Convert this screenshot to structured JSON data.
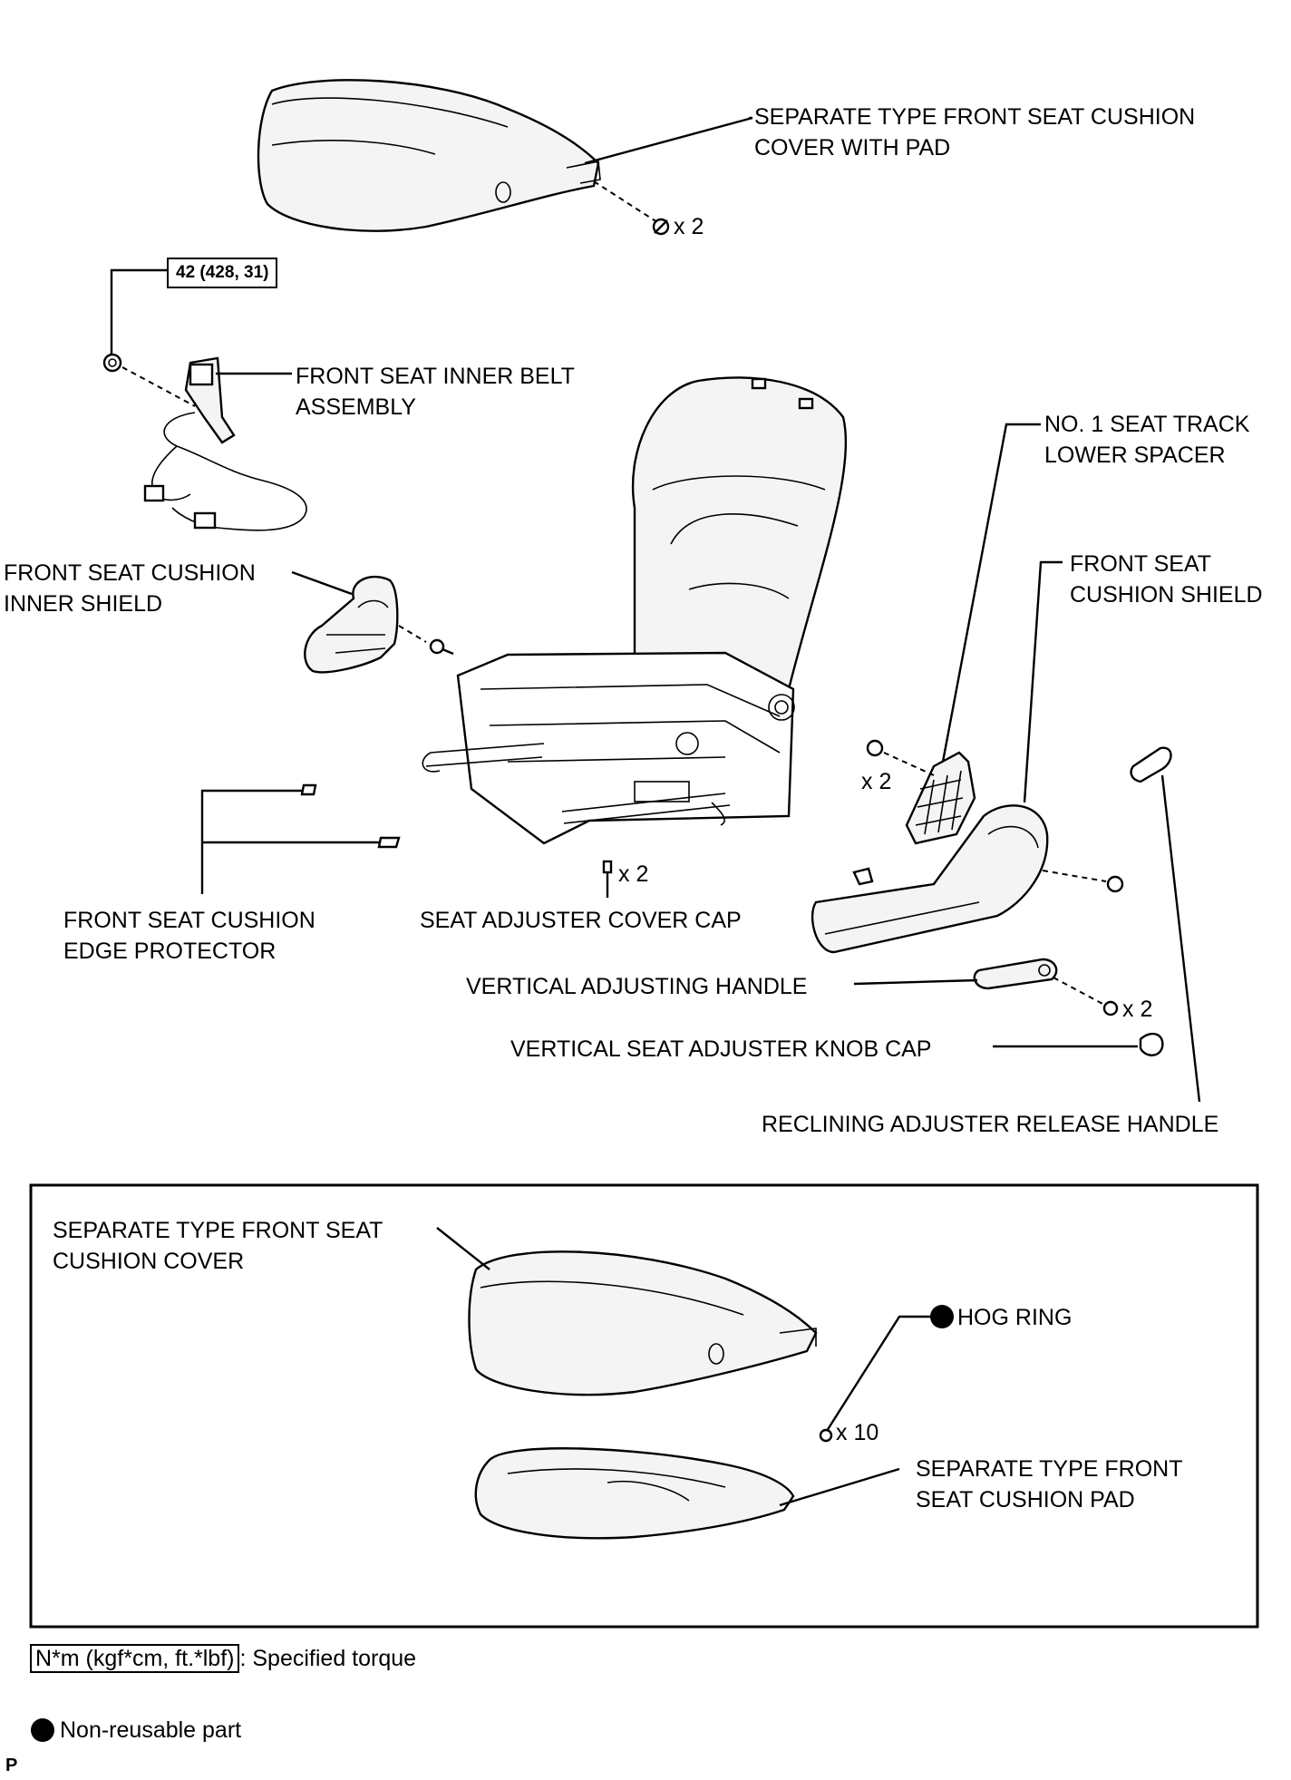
{
  "labels": {
    "cushion_cover_with_pad": [
      "SEPARATE TYPE FRONT SEAT CUSHION",
      "COVER WITH PAD"
    ],
    "inner_belt": [
      "FRONT SEAT INNER BELT",
      "ASSEMBLY"
    ],
    "track_spacer": [
      "NO. 1 SEAT TRACK",
      "LOWER SPACER"
    ],
    "cushion_shield": [
      "FRONT SEAT",
      "CUSHION SHIELD"
    ],
    "inner_shield": [
      "FRONT SEAT CUSHION",
      "INNER SHIELD"
    ],
    "edge_protector": [
      "FRONT SEAT CUSHION",
      "EDGE PROTECTOR"
    ],
    "adjuster_cover_cap": "SEAT ADJUSTER COVER CAP",
    "vertical_handle": "VERTICAL ADJUSTING HANDLE",
    "knob_cap": "VERTICAL SEAT ADJUSTER KNOB CAP",
    "release_handle": "RECLINING ADJUSTER RELEASE HANDLE",
    "inset_cover": [
      "SEPARATE TYPE FRONT SEAT",
      "CUSHION COVER"
    ],
    "hog_ring": "HOG RING",
    "inset_pad": [
      "SEPARATE TYPE FRONT",
      "SEAT CUSHION PAD"
    ]
  },
  "quantities": {
    "cover_clips": "x 2",
    "spacer_bolts": "x 2",
    "cover_cap": "x 2",
    "handle_screws": "x 2",
    "hog_rings": "x 10"
  },
  "torque": "42 (428, 31)",
  "legend": {
    "torque_unit": "N*m (kgf*cm, ft.*lbf)",
    "torque_text": ": Specified torque",
    "non_reusable": "Non-reusable part"
  },
  "footer_code": "P"
}
